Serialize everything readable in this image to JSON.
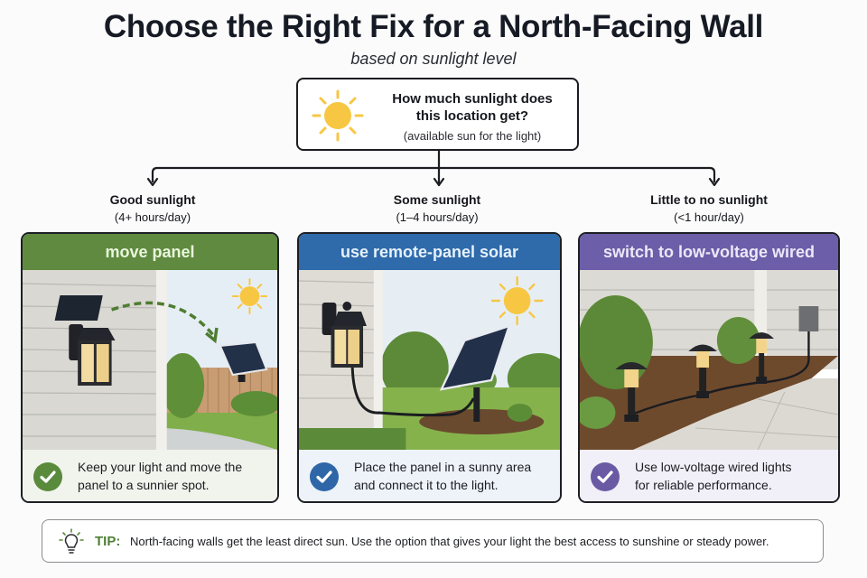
{
  "header": {
    "title": "Choose the Right Fix for a North-Facing Wall",
    "subtitle": "based on sunlight level"
  },
  "question": {
    "icon": "sun-icon",
    "main_line1": "How much sunlight does",
    "main_line2": "this location get?",
    "sub": "(available sun for the light)"
  },
  "branches": [
    {
      "label": "Good sunlight",
      "hours": "(4+ hours/day)",
      "card": {
        "title": "move panel",
        "header_color": "#5f8a3f",
        "footer_bg": "#f1f4ec",
        "check_color": "#5a8a3c",
        "illustration": "wall-mounted solar lantern with panel moved to a sunny yard spot (dashed arrow)",
        "footer_line1": "Keep your light and move the",
        "footer_line2": "panel to a sunnier spot."
      }
    },
    {
      "label": "Some sunlight",
      "hours": "(1–4 hours/day)",
      "card": {
        "title": "use remote-panel solar",
        "header_color": "#2f6aaa",
        "footer_bg": "#eef3f9",
        "check_color": "#2f66a8",
        "illustration": "wall lantern connected by cable to a stake-mounted solar panel in the sunny lawn",
        "footer_line1": "Place the panel in a sunny area",
        "footer_line2": "and connect it to the light."
      }
    },
    {
      "label": "Little to no sunlight",
      "hours": "(<1 hour/day)",
      "card": {
        "title": "switch to low-voltage wired",
        "header_color": "#6c5ea8",
        "footer_bg": "#f1eff7",
        "check_color": "#6a5aa4",
        "illustration": "three low-voltage path lights wired to a wall-mounted transformer along a mulch bed",
        "footer_line1": "Use low-voltage wired lights",
        "footer_line2": "for reliable performance."
      }
    }
  ],
  "tip": {
    "icon": "lightbulb-icon",
    "label": "TIP:",
    "text": "North-facing walls get the least direct sun. Use the option that gives your light the best access to sunshine or steady power."
  },
  "colors": {
    "sun": "#f7c744",
    "tip_label": "#4f7f35",
    "connector": "#1b1d22"
  }
}
